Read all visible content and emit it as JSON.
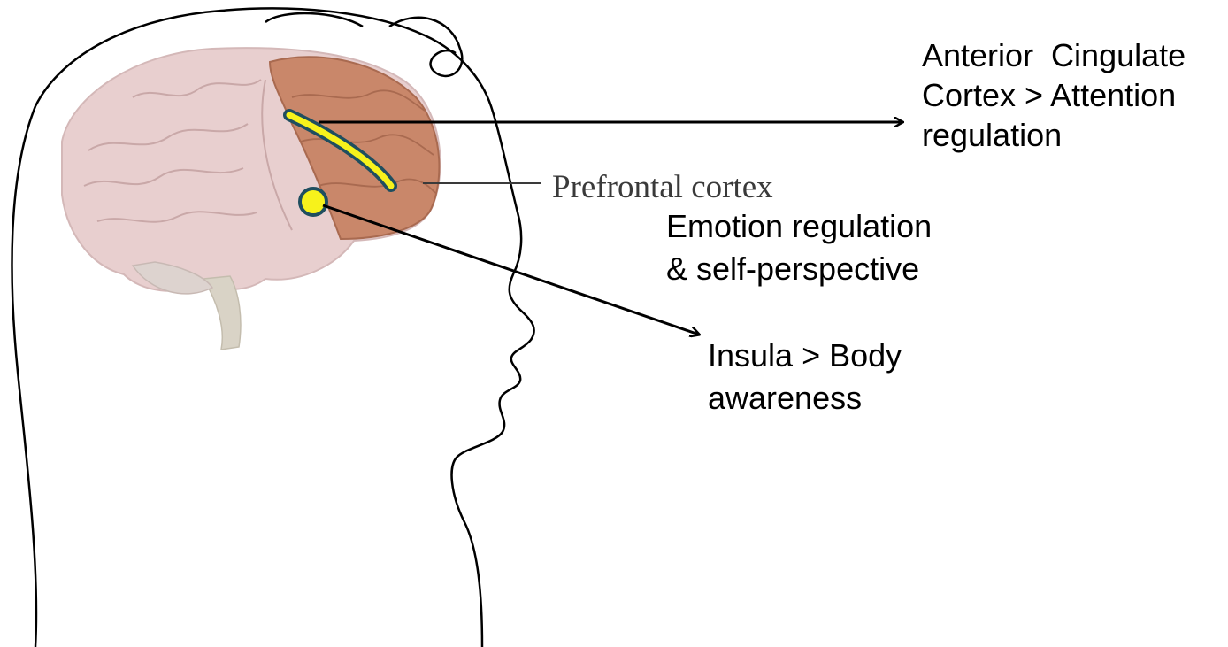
{
  "labels": {
    "acc_line1": "Anterior  Cingulate",
    "acc_line2": "Cortex > Attention",
    "acc_line3": "regulation",
    "prefrontal": "Prefrontal cortex",
    "emotion_line1": "Emotion regulation",
    "emotion_line2": "& self-perspective",
    "insula_line1": "Insula > Body",
    "insula_line2": "awareness"
  },
  "colors": {
    "highlight_fill": "#f7f21b",
    "highlight_stroke": "#1f4e5f",
    "prefrontal": "#c9876a",
    "brain": "#e8cfcf",
    "arrow": "#000000"
  }
}
